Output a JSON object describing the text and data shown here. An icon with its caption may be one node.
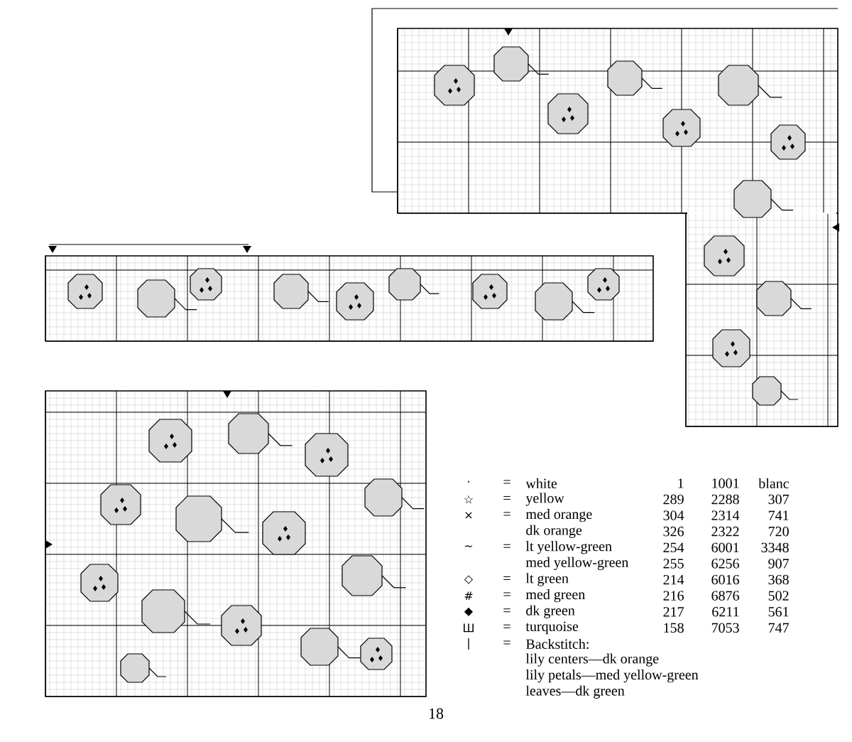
{
  "diagram": {
    "labels": [
      "·",
      "=",
      "white",
      "1",
      "1001",
      "blanc",
      "☆",
      "=",
      "yellow",
      "289",
      "2288",
      "307",
      "×",
      "=",
      "med orange",
      "304",
      "2314",
      "741",
      "dk orange",
      "326",
      "2322",
      "720",
      "~",
      "=",
      "lt yellow-green",
      "254",
      "6001",
      "3348",
      "med yellow-green",
      "255",
      "6256",
      "907",
      "◇",
      "=",
      "lt green",
      "214",
      "6016",
      "368",
      "#",
      "=",
      "med green",
      "216",
      "6876",
      "502",
      "◆",
      "=",
      "dk green",
      "217",
      "6211",
      "561",
      "Ш",
      "=",
      "turquoise",
      "158",
      "7053",
      "747",
      "|",
      "=",
      "Backstitch:",
      "lily centers—dk orange",
      "lily petals—med yellow-green",
      "leaves—dk green",
      "18"
    ]
  }
}
